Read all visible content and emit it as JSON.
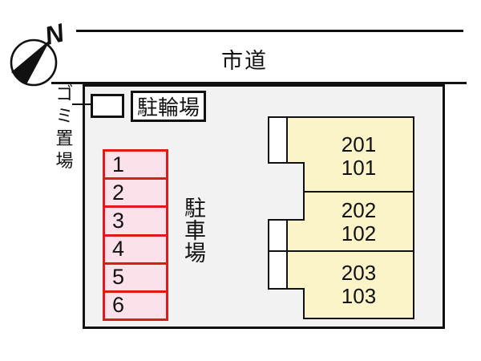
{
  "compass": {
    "north_label": "N"
  },
  "road": {
    "label": "市道"
  },
  "site": {
    "garbage_area_label": "ゴミ置場",
    "bicycle_parking_label": "駐輪場",
    "parking_lot_label": "駐車場",
    "parking_spaces": [
      "1",
      "2",
      "3",
      "4",
      "5",
      "6"
    ],
    "building_units": [
      {
        "upper": "201",
        "lower": "101"
      },
      {
        "upper": "202",
        "lower": "102"
      },
      {
        "upper": "203",
        "lower": "103"
      }
    ]
  },
  "colors": {
    "site_fill": "#f2f2f2",
    "building_fill": "#faf4c8",
    "parking_fill": "#fbe2ea",
    "parking_border": "#df1a1a",
    "line": "#111111"
  }
}
